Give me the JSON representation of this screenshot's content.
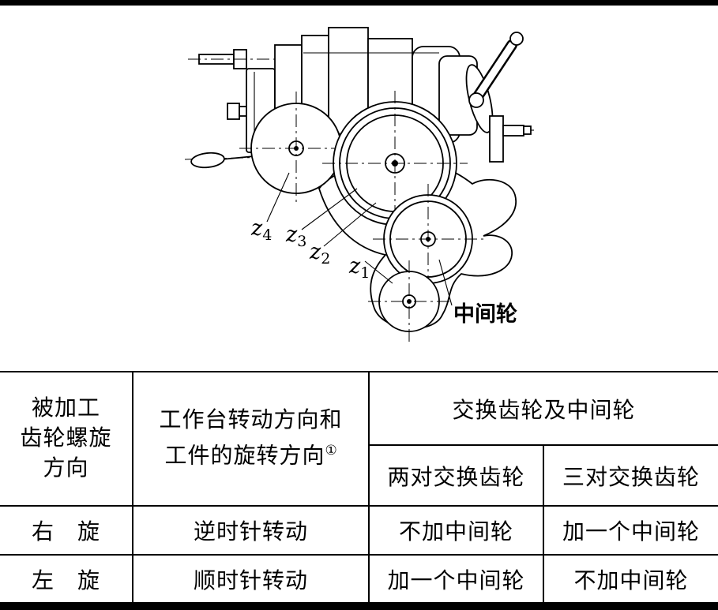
{
  "diagram": {
    "labels": {
      "z4_base": "z",
      "z4_sub": "4",
      "z3_base": "z",
      "z3_sub": "3",
      "z2_base": "z",
      "z2_sub": "2",
      "z1_base": "z",
      "z1_sub": "1",
      "intermediate_wheel": "中间轮"
    }
  },
  "table": {
    "header": {
      "col1_lines": [
        "被加工",
        "齿轮螺旋",
        "方向"
      ],
      "col2_lines": [
        "工作台转动方向和",
        "工件的旋转方向"
      ],
      "col2_superscript": "①",
      "col3_group": "交换齿轮及中间轮",
      "col3_sub1": "两对交换齿轮",
      "col3_sub2": "三对交换齿轮"
    },
    "rows": [
      {
        "helix": "右　旋",
        "rotation": "逆时针转动",
        "two_pairs": "不加中间轮",
        "three_pairs": "加一个中间轮"
      },
      {
        "helix": "左　旋",
        "rotation": "顺时针转动",
        "two_pairs": "加一个中间轮",
        "three_pairs": "不加中间轮"
      }
    ]
  }
}
